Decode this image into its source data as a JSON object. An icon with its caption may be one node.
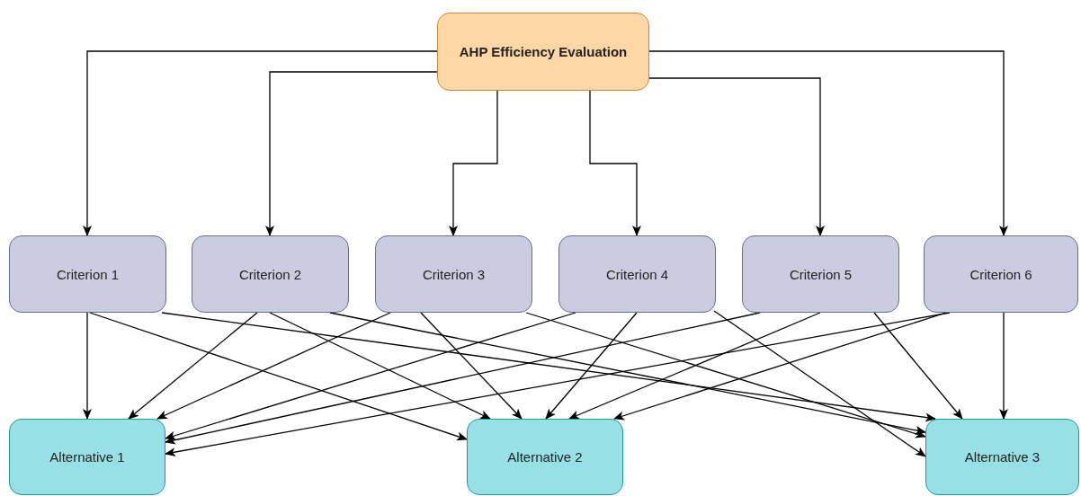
{
  "diagram": {
    "nodes": [
      {
        "text": [
          "AHP Efficiency Evaluation"
        ]
      },
      {
        "text": [
          "Criterion 1"
        ]
      },
      {
        "text": [
          "Criterion 2"
        ]
      },
      {
        "text": [
          "Criterion 3"
        ]
      },
      {
        "text": [
          "Criterion 4"
        ]
      },
      {
        "text": [
          "Criterion 5"
        ]
      },
      {
        "text": [
          "Criterion 6"
        ]
      },
      {
        "text": [
          "Alternative 1"
        ]
      },
      {
        "text": [
          "Alternative 2"
        ]
      },
      {
        "text": [
          "Alternative 3"
        ]
      }
    ],
    "edges": [
      {
        "from": 0,
        "to": 1,
        "arrow": "to"
      },
      {
        "from": 0,
        "to": 2,
        "arrow": "to"
      },
      {
        "from": 0,
        "to": 3,
        "arrow": "to"
      },
      {
        "from": 0,
        "to": 4,
        "arrow": "to"
      },
      {
        "from": 0,
        "to": 5,
        "arrow": "to"
      },
      {
        "from": 0,
        "to": 6,
        "arrow": "to"
      },
      {
        "from": 1,
        "to": 7,
        "arrow": "to"
      },
      {
        "from": 1,
        "to": 8,
        "arrow": "to"
      },
      {
        "from": 1,
        "to": 9,
        "arrow": "to"
      },
      {
        "from": 2,
        "to": 7,
        "arrow": "to"
      },
      {
        "from": 2,
        "to": 8,
        "arrow": "to"
      },
      {
        "from": 2,
        "to": 9,
        "arrow": "to"
      },
      {
        "from": 3,
        "to": 7,
        "arrow": "to"
      },
      {
        "from": 3,
        "to": 8,
        "arrow": "to"
      },
      {
        "from": 3,
        "to": 9,
        "arrow": "to"
      },
      {
        "from": 4,
        "to": 7,
        "arrow": "to"
      },
      {
        "from": 4,
        "to": 8,
        "arrow": "to"
      },
      {
        "from": 4,
        "to": 9,
        "arrow": "to"
      },
      {
        "from": 5,
        "to": 7,
        "arrow": "to"
      },
      {
        "from": 5,
        "to": 8,
        "arrow": "to"
      },
      {
        "from": 5,
        "to": 9,
        "arrow": "to"
      },
      {
        "from": 6,
        "to": 7,
        "arrow": "to"
      },
      {
        "from": 6,
        "to": 8,
        "arrow": "to"
      },
      {
        "from": 6,
        "to": 9,
        "arrow": "to"
      }
    ]
  }
}
